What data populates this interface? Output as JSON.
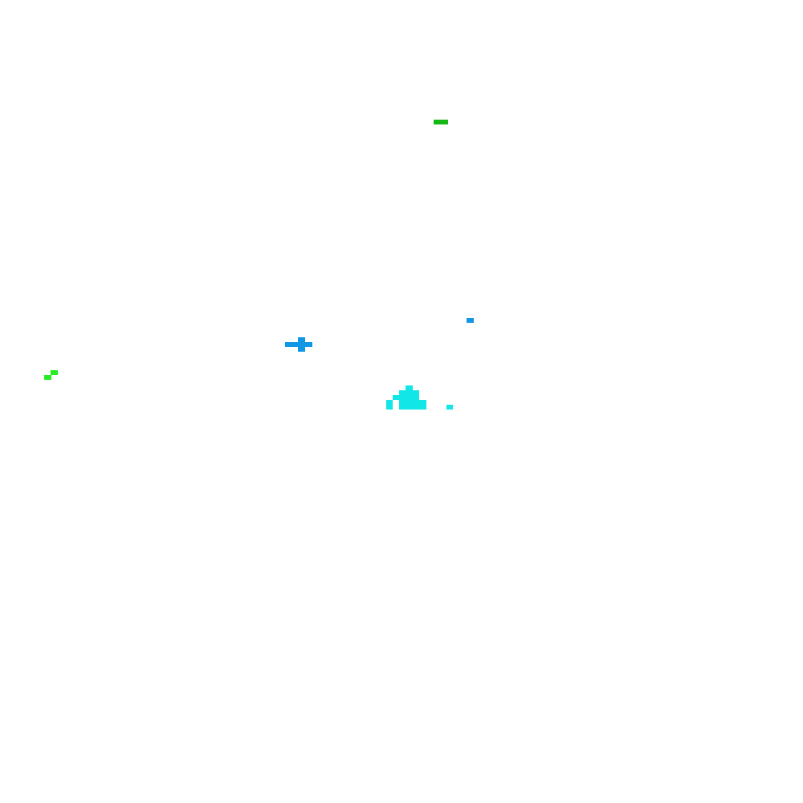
{
  "background_color": "#ffffff",
  "blobs": [
    {
      "name": "green-dash-blob",
      "color": "#14b814"
    },
    {
      "name": "blue-cross-blob",
      "color": "#1296e6"
    },
    {
      "name": "blue-dot-blob",
      "color": "#1296e6"
    },
    {
      "name": "lime-step-blob",
      "color": "#22ee22"
    },
    {
      "name": "cyan-cluster-blob",
      "color": "#12e6e6"
    },
    {
      "name": "cyan-dot-blob",
      "color": "#12e6e6"
    }
  ]
}
